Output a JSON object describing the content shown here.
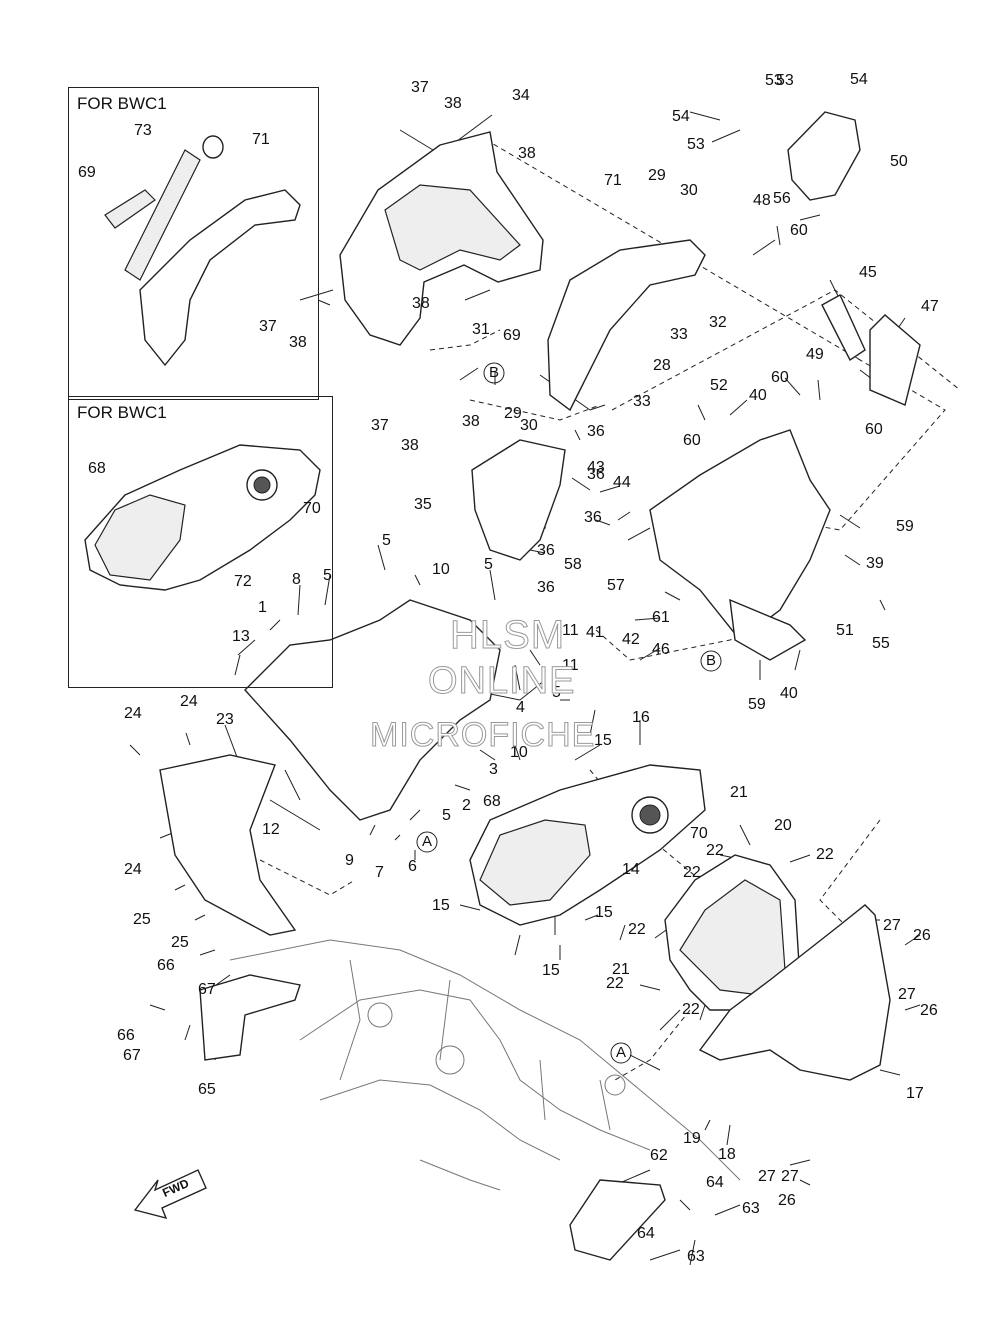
{
  "insets": [
    {
      "title": "FOR BWC1",
      "callouts": [
        "73",
        "71",
        "69"
      ]
    },
    {
      "title": "FOR BWC1",
      "callouts": [
        "68",
        "70",
        "72"
      ]
    }
  ],
  "callouts": [
    "1",
    "2",
    "3",
    "4",
    "5",
    "5",
    "5",
    "5",
    "5",
    "6",
    "7",
    "8",
    "9",
    "10",
    "10",
    "11",
    "11",
    "12",
    "13",
    "14",
    "15",
    "15",
    "15",
    "15",
    "16",
    "17",
    "18",
    "19",
    "20",
    "21",
    "21",
    "22",
    "22",
    "22",
    "22",
    "22",
    "22",
    "23",
    "24",
    "24",
    "24",
    "25",
    "25",
    "26",
    "26",
    "26",
    "27",
    "27",
    "27",
    "27",
    "28",
    "29",
    "29",
    "30",
    "30",
    "31",
    "32",
    "33",
    "33",
    "34",
    "35",
    "36",
    "36",
    "36",
    "36",
    "36",
    "37",
    "37",
    "37",
    "38",
    "38",
    "38",
    "38",
    "38",
    "38",
    "39",
    "40",
    "40",
    "41",
    "42",
    "43",
    "44",
    "45",
    "46",
    "47",
    "48",
    "49",
    "50",
    "51",
    "52",
    "53",
    "53",
    "53",
    "54",
    "54",
    "55",
    "56",
    "57",
    "58",
    "59",
    "59",
    "60",
    "60",
    "60",
    "60",
    "61",
    "62",
    "63",
    "63",
    "64",
    "64",
    "65",
    "66",
    "66",
    "67",
    "67",
    "68",
    "69",
    "70",
    "71"
  ],
  "reference_marks": [
    "A",
    "A",
    "B",
    "B"
  ],
  "direction_label": "FWD",
  "watermark": {
    "line1": "HLSM",
    "line2": "ONLINE",
    "line3": "MICROFICHE"
  }
}
